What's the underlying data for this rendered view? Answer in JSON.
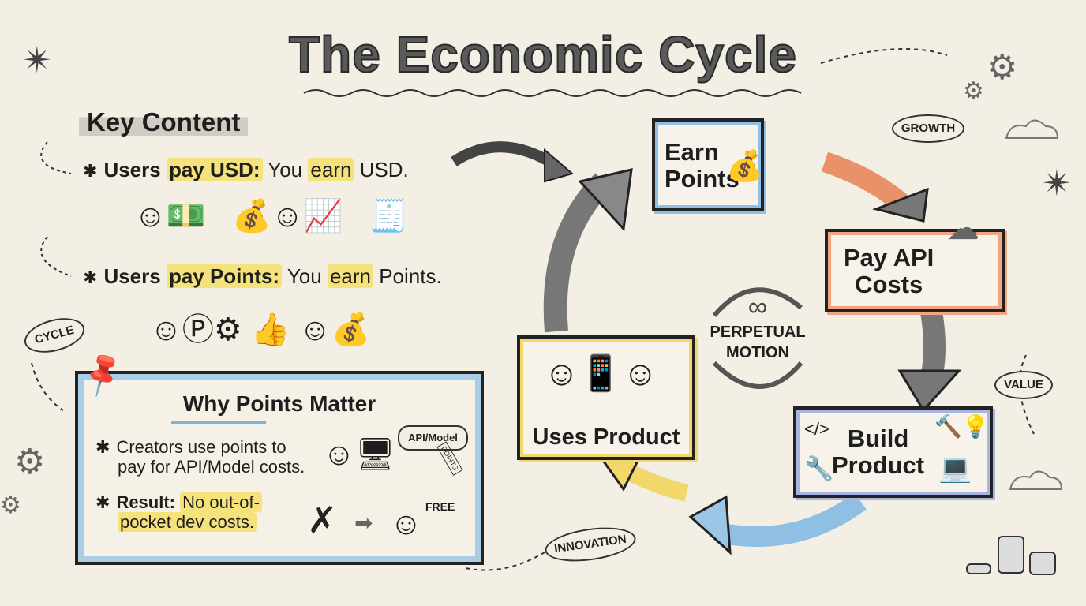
{
  "title": "The Economic Cycle",
  "key_content": {
    "heading": "Key Content",
    "bullets": [
      {
        "lead": "Users ",
        "hl": "pay USD:",
        "mid": " You ",
        "hl2": "earn",
        "tail": " USD."
      },
      {
        "lead": "Users ",
        "hl": "pay Points:",
        "mid": " You ",
        "hl2": "earn",
        "tail": " Points."
      }
    ]
  },
  "why_box": {
    "title": "Why Points Matter",
    "bullet1": [
      "Creators use points to",
      "pay for API/Model costs."
    ],
    "result_label": "Result:",
    "result_text": [
      "No out-of-",
      "pocket dev costs."
    ],
    "cloud_label": "API/Model",
    "tag_label": "POINTS",
    "free_label": "FREE"
  },
  "cycle": {
    "earn": [
      "Earn",
      "Points"
    ],
    "pay": [
      "Pay API",
      "Costs"
    ],
    "build": [
      "Build",
      "Product"
    ],
    "uses": "Uses Product",
    "center": [
      "PERPETUAL",
      "MOTION"
    ]
  },
  "tags": {
    "cycle": "CYCLE",
    "growth": "GROWTH",
    "value": "VALUE",
    "innovation": "INNOVATION"
  },
  "colors": {
    "earn": "#8fc0e3",
    "pay": "#f2a583",
    "build": "#a9b4e0",
    "uses": "#f2d86a",
    "why": "#a9cde6",
    "highlight": "#f6e27a"
  }
}
